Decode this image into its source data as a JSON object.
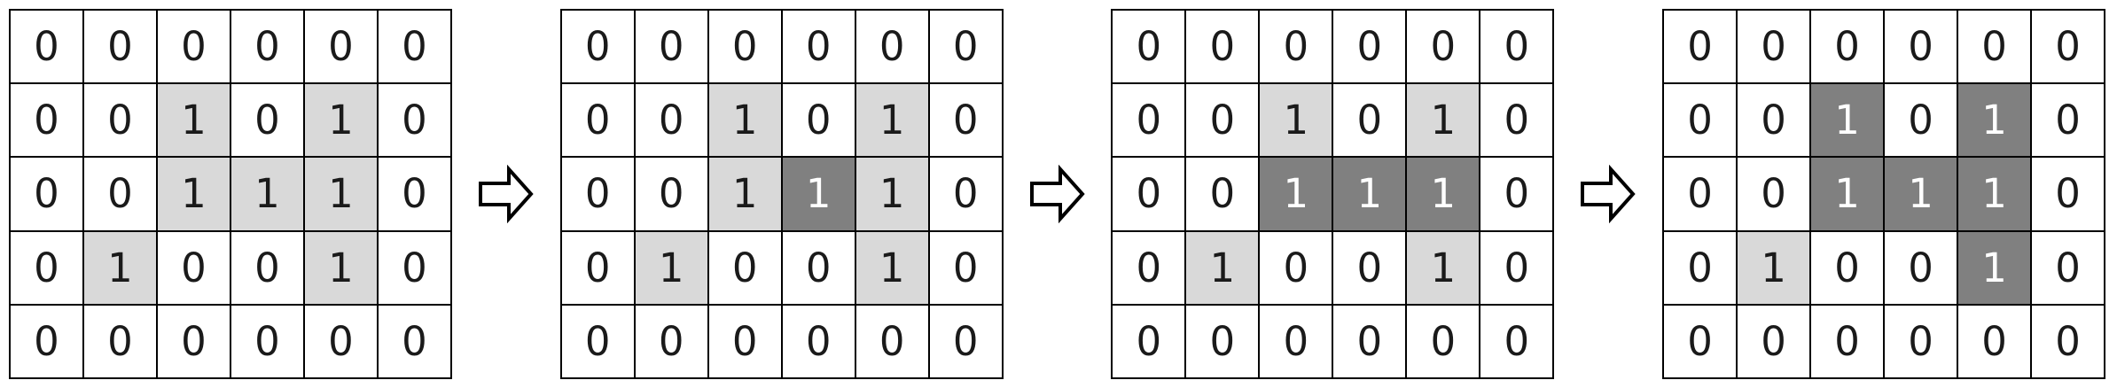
{
  "colors": {
    "background": "#ffffff",
    "grid_line": "#000000",
    "cell_white": "#ffffff",
    "cell_light_gray": "#d9d9d9",
    "cell_dark_gray": "#808080",
    "digit_black": "#1a1a1a",
    "digit_white_on_dark": "#ffffff",
    "arrow_fill": "#ffffff",
    "arrow_stroke": "#000000"
  },
  "arrow": {
    "icon": "hollow-right-block-arrow",
    "direction": "right",
    "count": 3
  },
  "grids": [
    {
      "name": "step-1",
      "rows": 5,
      "cols": 6,
      "values": [
        [
          "0",
          "0",
          "0",
          "0",
          "0",
          "0"
        ],
        [
          "0",
          "0",
          "1",
          "0",
          "1",
          "0"
        ],
        [
          "0",
          "0",
          "1",
          "1",
          "1",
          "0"
        ],
        [
          "0",
          "1",
          "0",
          "0",
          "1",
          "0"
        ],
        [
          "0",
          "0",
          "0",
          "0",
          "0",
          "0"
        ]
      ],
      "shades": [
        [
          "w",
          "w",
          "w",
          "w",
          "w",
          "w"
        ],
        [
          "w",
          "w",
          "l",
          "w",
          "l",
          "w"
        ],
        [
          "w",
          "w",
          "l",
          "l",
          "l",
          "w"
        ],
        [
          "w",
          "l",
          "w",
          "w",
          "l",
          "w"
        ],
        [
          "w",
          "w",
          "w",
          "w",
          "w",
          "w"
        ]
      ]
    },
    {
      "name": "step-2",
      "rows": 5,
      "cols": 6,
      "values": [
        [
          "0",
          "0",
          "0",
          "0",
          "0",
          "0"
        ],
        [
          "0",
          "0",
          "1",
          "0",
          "1",
          "0"
        ],
        [
          "0",
          "0",
          "1",
          "1",
          "1",
          "0"
        ],
        [
          "0",
          "1",
          "0",
          "0",
          "1",
          "0"
        ],
        [
          "0",
          "0",
          "0",
          "0",
          "0",
          "0"
        ]
      ],
      "shades": [
        [
          "w",
          "w",
          "w",
          "w",
          "w",
          "w"
        ],
        [
          "w",
          "w",
          "l",
          "w",
          "l",
          "w"
        ],
        [
          "w",
          "w",
          "l",
          "d",
          "l",
          "w"
        ],
        [
          "w",
          "l",
          "w",
          "w",
          "l",
          "w"
        ],
        [
          "w",
          "w",
          "w",
          "w",
          "w",
          "w"
        ]
      ]
    },
    {
      "name": "step-3",
      "rows": 5,
      "cols": 6,
      "values": [
        [
          "0",
          "0",
          "0",
          "0",
          "0",
          "0"
        ],
        [
          "0",
          "0",
          "1",
          "0",
          "1",
          "0"
        ],
        [
          "0",
          "0",
          "1",
          "1",
          "1",
          "0"
        ],
        [
          "0",
          "1",
          "0",
          "0",
          "1",
          "0"
        ],
        [
          "0",
          "0",
          "0",
          "0",
          "0",
          "0"
        ]
      ],
      "shades": [
        [
          "w",
          "w",
          "w",
          "w",
          "w",
          "w"
        ],
        [
          "w",
          "w",
          "l",
          "w",
          "l",
          "w"
        ],
        [
          "w",
          "w",
          "d",
          "d",
          "d",
          "w"
        ],
        [
          "w",
          "l",
          "w",
          "w",
          "l",
          "w"
        ],
        [
          "w",
          "w",
          "w",
          "w",
          "w",
          "w"
        ]
      ]
    },
    {
      "name": "step-4",
      "rows": 5,
      "cols": 6,
      "values": [
        [
          "0",
          "0",
          "0",
          "0",
          "0",
          "0"
        ],
        [
          "0",
          "0",
          "1",
          "0",
          "1",
          "0"
        ],
        [
          "0",
          "0",
          "1",
          "1",
          "1",
          "0"
        ],
        [
          "0",
          "1",
          "0",
          "0",
          "1",
          "0"
        ],
        [
          "0",
          "0",
          "0",
          "0",
          "0",
          "0"
        ]
      ],
      "shades": [
        [
          "w",
          "w",
          "w",
          "w",
          "w",
          "w"
        ],
        [
          "w",
          "w",
          "d",
          "w",
          "d",
          "w"
        ],
        [
          "w",
          "w",
          "d",
          "d",
          "d",
          "w"
        ],
        [
          "w",
          "l",
          "w",
          "w",
          "d",
          "w"
        ],
        [
          "w",
          "w",
          "w",
          "w",
          "w",
          "w"
        ]
      ]
    }
  ]
}
